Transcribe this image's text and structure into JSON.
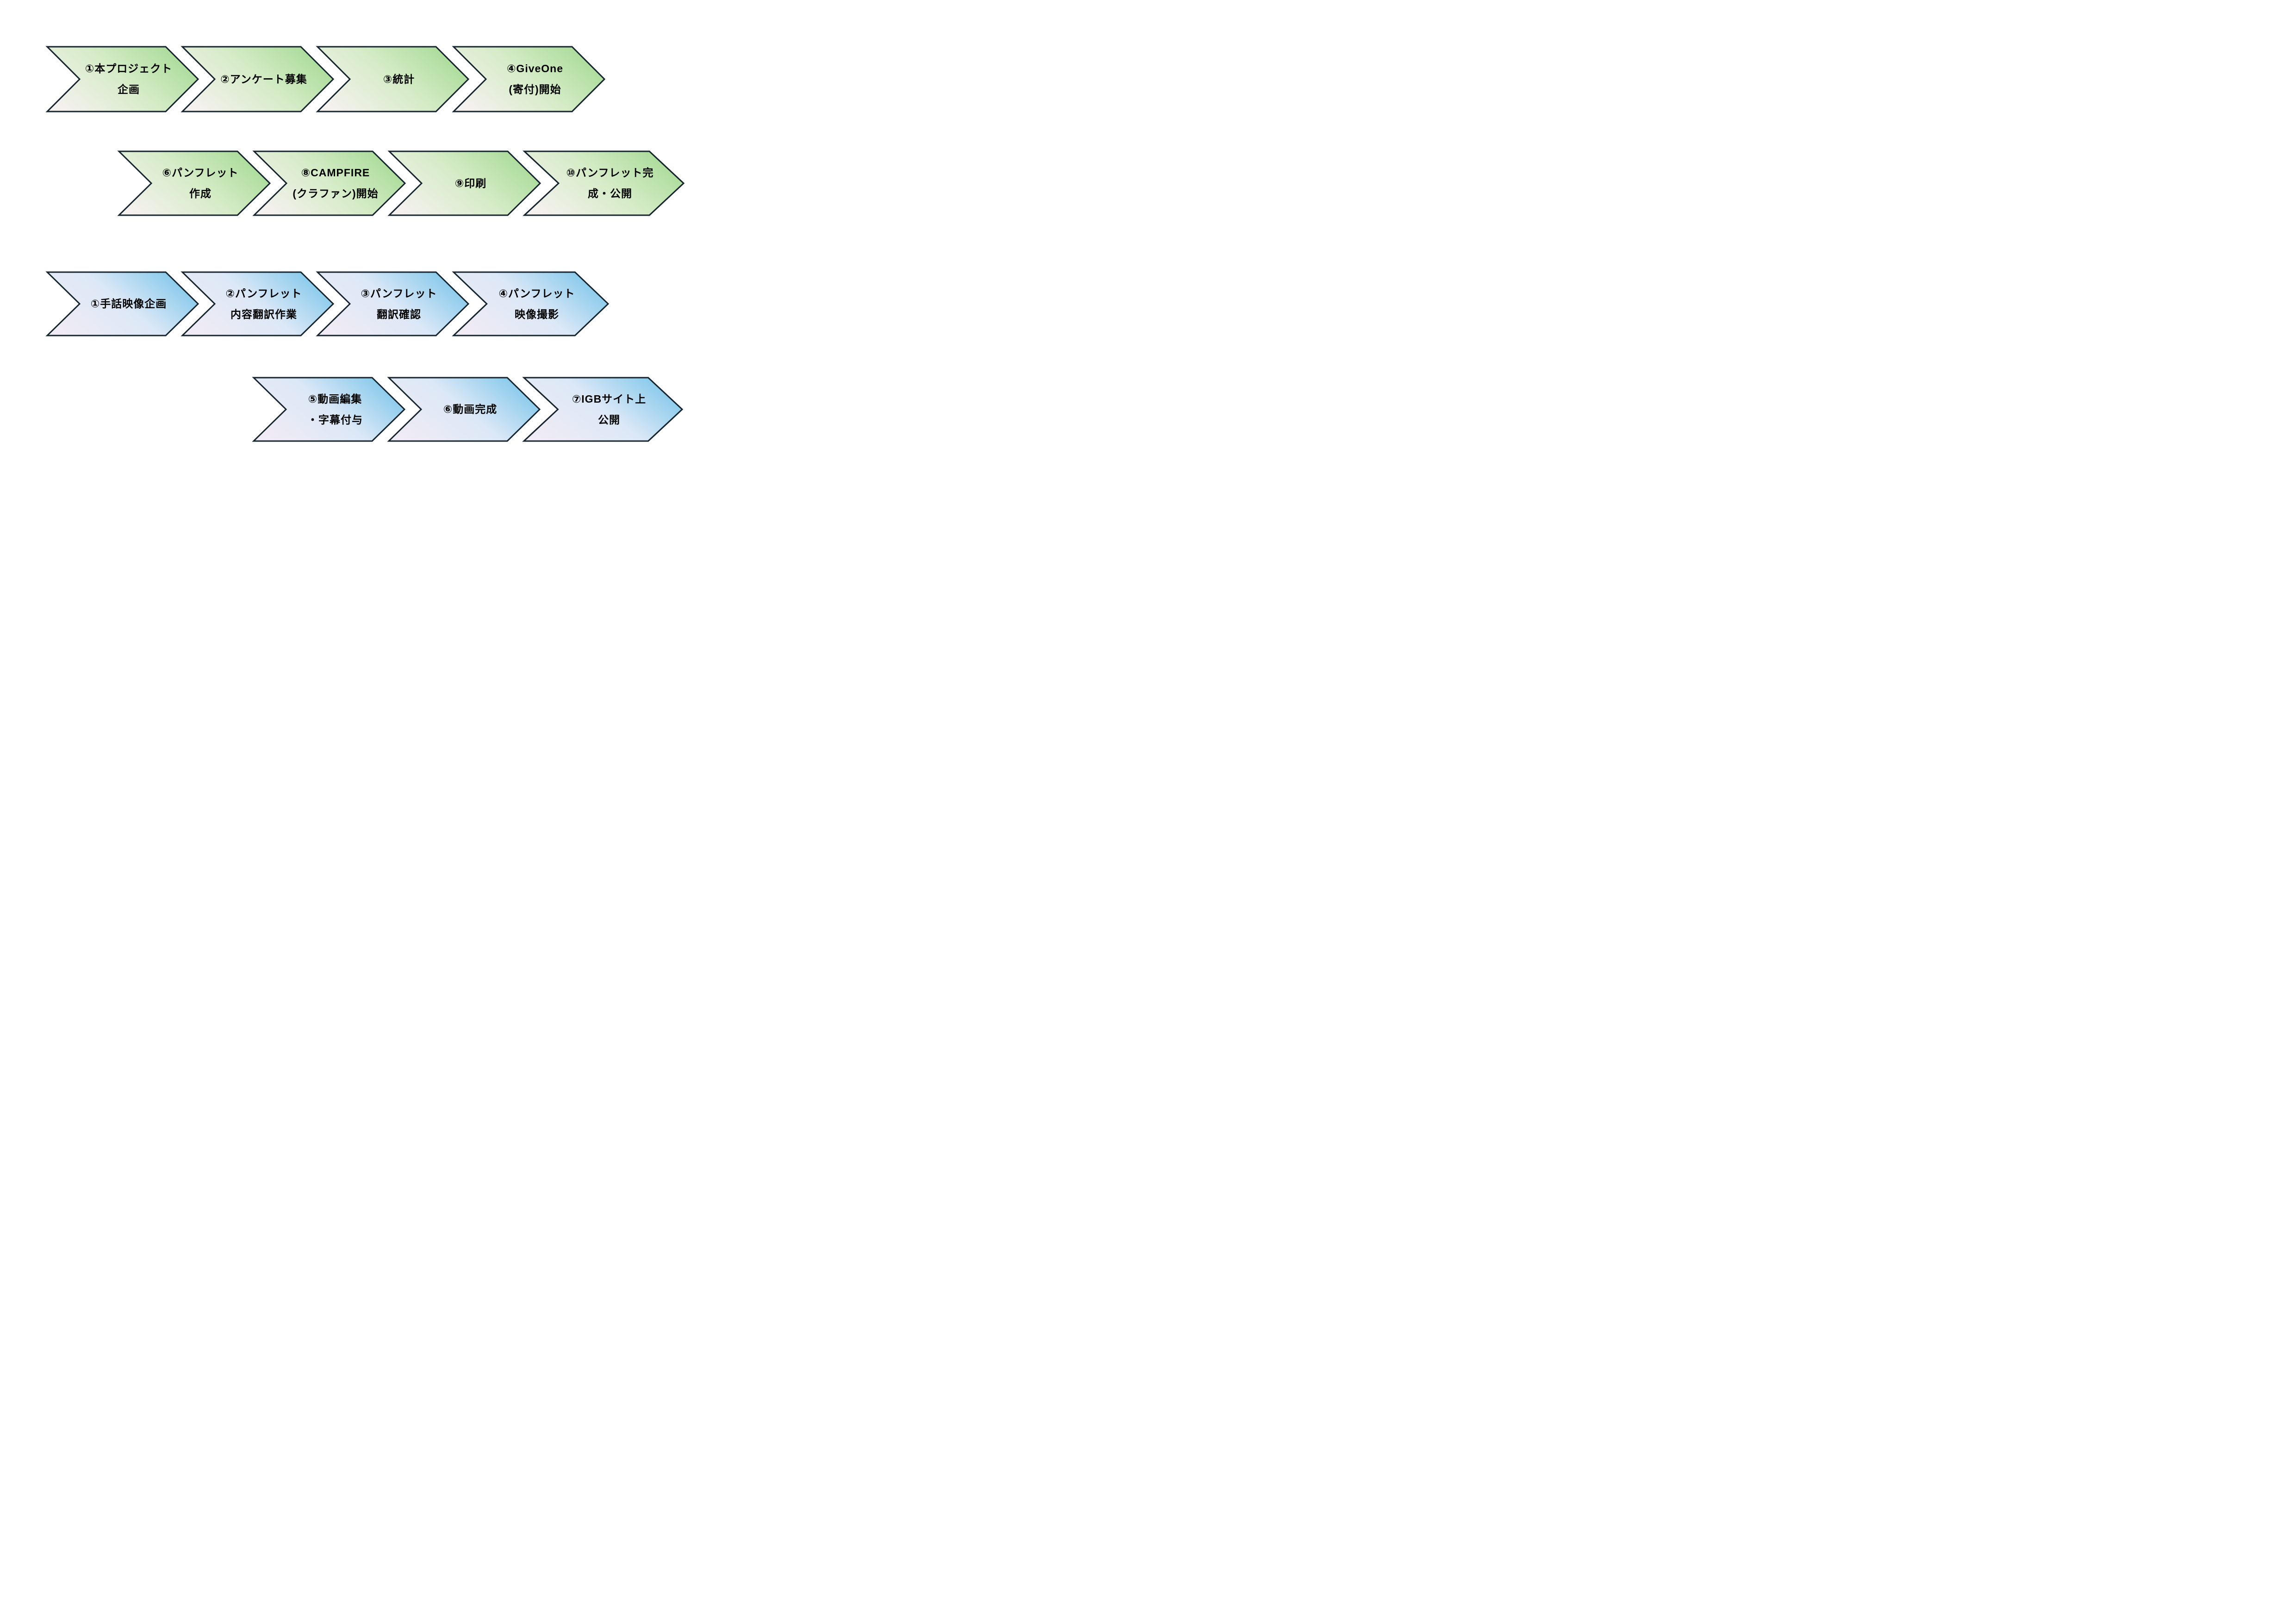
{
  "diagram": {
    "type": "process-flow-chevrons",
    "rows": [
      {
        "track": "pamphlet-track-part1",
        "color_theme": "green",
        "steps": [
          {
            "label": "①本プロジェクト\n企画"
          },
          {
            "label": "②アンケート募集"
          },
          {
            "label": "③統計"
          },
          {
            "label": "④GiveOne\n(寄付)開始"
          }
        ]
      },
      {
        "track": "pamphlet-track-part2",
        "color_theme": "green",
        "steps": [
          {
            "label": "⑥パンフレット\n作成"
          },
          {
            "label": "⑧CAMPFIRE\n(クラファン)開始"
          },
          {
            "label": "⑨印刷"
          },
          {
            "label": "⑩パンフレット完\n成・公開"
          }
        ]
      },
      {
        "track": "video-track-part1",
        "color_theme": "blue",
        "steps": [
          {
            "label": "①手話映像企画"
          },
          {
            "label": "②パンフレット\n内容翻訳作業"
          },
          {
            "label": "③パンフレット\n翻訳確認"
          },
          {
            "label": "④パンフレット\n映像撮影"
          }
        ]
      },
      {
        "track": "video-track-part2",
        "color_theme": "blue",
        "steps": [
          {
            "label": "⑤動画編集\n・字幕付与"
          },
          {
            "label": "⑥動画完成"
          },
          {
            "label": "⑦IGBサイト上\n公開"
          }
        ]
      }
    ]
  },
  "colors": {
    "green_start": "#f4f1ee",
    "green_mid": "#d6ecc8",
    "green_end": "#a6da95",
    "blue_start": "#f0ebf4",
    "blue_mid": "#dce8f7",
    "blue_end": "#7ec6ea",
    "outline": "#15242f",
    "background": "#ffffff",
    "text": "#000000"
  }
}
